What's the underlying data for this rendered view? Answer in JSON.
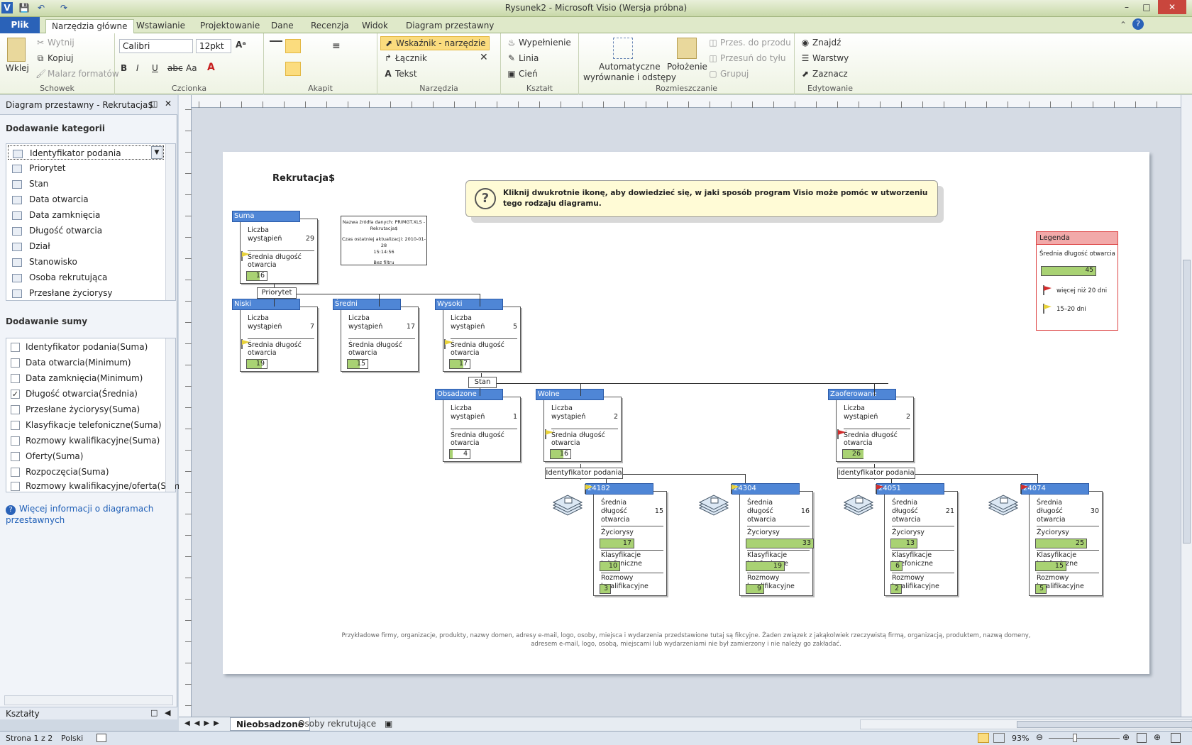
{
  "window": {
    "title": "Rysunek2  -  Microsoft Visio (Wersja próbna)"
  },
  "tabs": [
    "Plik",
    "Narzędzia główne",
    "Wstawianie",
    "Projektowanie",
    "Dane",
    "Recenzja",
    "Widok",
    "Diagram przestawny"
  ],
  "ribbon": {
    "schowek": {
      "label": "Schowek",
      "paste": "Wklej",
      "cut": "Wytnij",
      "copy": "Kopiuj",
      "painter": "Malarz formatów"
    },
    "czcionka": {
      "label": "Czcionka",
      "font": "Calibri",
      "size": "12pkt"
    },
    "akapit": {
      "label": "Akapit"
    },
    "narzedzia": {
      "label": "Narzędzia",
      "pointer": "Wskaźnik - narzędzie",
      "connector": "Łącznik",
      "text": "Tekst"
    },
    "ksztalt": {
      "label": "Kształt",
      "fill": "Wypełnienie",
      "line": "Linia",
      "shadow": "Cień"
    },
    "rozmieszczanie": {
      "label": "Rozmieszczanie",
      "auto": "Automatyczne",
      "auto2": "wyrównanie i odstępy",
      "position": "Położenie",
      "front": "Przes. do przodu",
      "back": "Przesuń do tyłu",
      "group": "Grupuj"
    },
    "edytowanie": {
      "label": "Edytowanie",
      "find": "Znajdź",
      "layers": "Warstwy",
      "select": "Zaznacz"
    }
  },
  "panel": {
    "title": "Diagram przestawny - Rekrutacja$",
    "add_category": "Dodawanie kategorii",
    "categories": [
      "Identyfikator podania",
      "Priorytet",
      "Stan",
      "Data otwarcia",
      "Data zamknięcia",
      "Długość otwarcia",
      "Dział",
      "Stanowisko",
      "Osoba rekrutująca",
      "Przesłane życiorysy"
    ],
    "add_sum": "Dodawanie sumy",
    "sums": [
      {
        "label": "Identyfikator podania(Suma)",
        "checked": false
      },
      {
        "label": "Data otwarcia(Minimum)",
        "checked": false
      },
      {
        "label": "Data zamknięcia(Minimum)",
        "checked": false
      },
      {
        "label": "Długość otwarcia(Średnia)",
        "checked": true
      },
      {
        "label": "Przesłane życiorysy(Suma)",
        "checked": false
      },
      {
        "label": "Klasyfikacje telefoniczne(Suma)",
        "checked": false
      },
      {
        "label": "Rozmowy kwalifikacyjne(Suma)",
        "checked": false
      },
      {
        "label": "Oferty(Suma)",
        "checked": false
      },
      {
        "label": "Rozpoczęcia(Suma)",
        "checked": false
      },
      {
        "label": "Rozmowy kwalifikacyjne/oferta(Suma)",
        "checked": false
      }
    ],
    "more_info": "Więcej informacji o diagramach przestawnych",
    "shapes": "Kształty"
  },
  "diagram": {
    "title": "Rekrutacja$",
    "info_box": {
      "line1": "Nazwa źródła danych: PRIMGT.XLS -",
      "line2": "Rekrutacja$",
      "line3": "Czas ostatniej aktualizacji: 2010-01-28",
      "line4": "15:14:56",
      "line5": "Bez filtru"
    },
    "callout": "Kliknij dwukrotnie ikonę, aby dowiedzieć się, w jaki sposób program Visio może pomóc w utworzeniu tego rodzaju diagramu.",
    "legend": {
      "title": "Legenda",
      "subtitle": "Średnia długość otwarcia",
      "bar_value": "45",
      "flag_red": "więcej niż 20 dni",
      "flag_yellow": "15–20 dni"
    },
    "labels": {
      "count": "Liczba wystąpień",
      "avg1": "Średnia długość",
      "avg2": "otwarcia",
      "avg_long1": "Średnia",
      "avg_long2": "długość",
      "avg_long3": "otwarcia",
      "cv": "Życiorysy",
      "calls": "Klasyfikacje telefoniczne",
      "interviews": "Rozmowy kwalifikacyjne"
    },
    "tags": {
      "priority": "Priorytet",
      "state": "Stan",
      "app_id": "Identyfikator podania"
    },
    "summary": [
      {
        "name": "Suma",
        "count": "29",
        "avg": "16",
        "flag": "yellow"
      },
      {
        "name": "Niski",
        "count": "7",
        "avg": "19",
        "flag": "yellow"
      },
      {
        "name": "Średni",
        "count": "17",
        "avg": "15",
        "flag": "none"
      },
      {
        "name": "Wysoki",
        "count": "5",
        "avg": "17",
        "flag": "yellow"
      },
      {
        "name": "Obsadzone",
        "count": "1",
        "avg": "4",
        "flag": "none"
      },
      {
        "name": "Wolne",
        "count": "2",
        "avg": "16",
        "flag": "yellow"
      },
      {
        "name": "Zaoferowane",
        "count": "2",
        "avg": "26",
        "flag": "red"
      }
    ],
    "details": [
      {
        "name": "24182",
        "avg": "15",
        "cv": "17",
        "calls": "10",
        "interviews": "3",
        "flag": "yellow"
      },
      {
        "name": "24304",
        "avg": "16",
        "cv": "33",
        "calls": "19",
        "interviews": "9",
        "flag": "yellow"
      },
      {
        "name": "24051",
        "avg": "21",
        "cv": "13",
        "calls": "6",
        "interviews": "2",
        "flag": "red"
      },
      {
        "name": "24074",
        "avg": "30",
        "cv": "25",
        "calls": "15",
        "interviews": "5",
        "flag": "red"
      }
    ],
    "disclaimer1": "Przykładowe firmy, organizacje, produkty, nazwy domen, adresy e-mail, logo, osoby, miejsca i wydarzenia przedstawione tutaj są fikcyjne. Żaden związek z jakąkolwiek rzeczywistą firmą, organizacją, produktem, nazwą domeny,",
    "disclaimer2": "adresem e-mail, logo, osobą, miejscami lub wydarzeniami nie był zamierzony i nie należy go zakładać."
  },
  "sheets": [
    "Nieobsadzone",
    "Osoby rekrutujące"
  ],
  "status": {
    "page": "Strona 1 z 2",
    "lang": "Polski",
    "zoom": "93%"
  },
  "colors": {
    "header": "#4f86d6",
    "bar": "#a9d273",
    "flag_red": "#d22c2c",
    "flag_yellow": "#e8d23a"
  }
}
